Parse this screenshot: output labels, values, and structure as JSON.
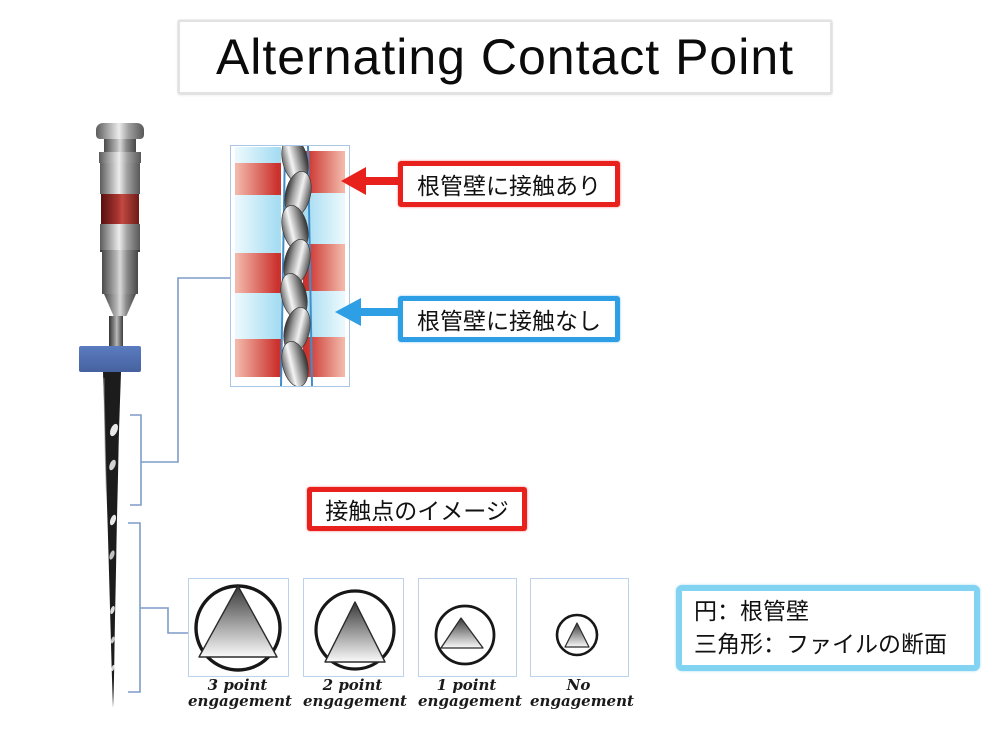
{
  "title": "Alternating Contact Point",
  "annotations": {
    "contact_yes": "根管壁に接触あり",
    "contact_no": "根管壁に接触なし",
    "contact_points_heading": "接触点のイメージ"
  },
  "legend": {
    "line1": "円：根管壁",
    "line2": "三角形：ファイルの断面"
  },
  "engagement_items": [
    {
      "label_line1": "3 point",
      "label_line2": "engagement"
    },
    {
      "label_line1": "2 point",
      "label_line2": "engagement"
    },
    {
      "label_line1": "1 point",
      "label_line2": "engagement"
    },
    {
      "label_line1": "No",
      "label_line2": "engagement"
    }
  ],
  "colors": {
    "accent_red": "#e8211d",
    "accent_blue": "#2f9fe5",
    "contact_band_red": "#cb322d",
    "no_contact_band_blue": "#a7ddf2",
    "canal_wall_line_blue": "#3f8ecb",
    "bracket_blue": "#7d9cc8",
    "box_border_blue": "#bcd2ea",
    "legend_border_blue": "#82d2f2",
    "file_stopper_blue": "#4c6cb0",
    "file_band_red": "#a93530"
  }
}
